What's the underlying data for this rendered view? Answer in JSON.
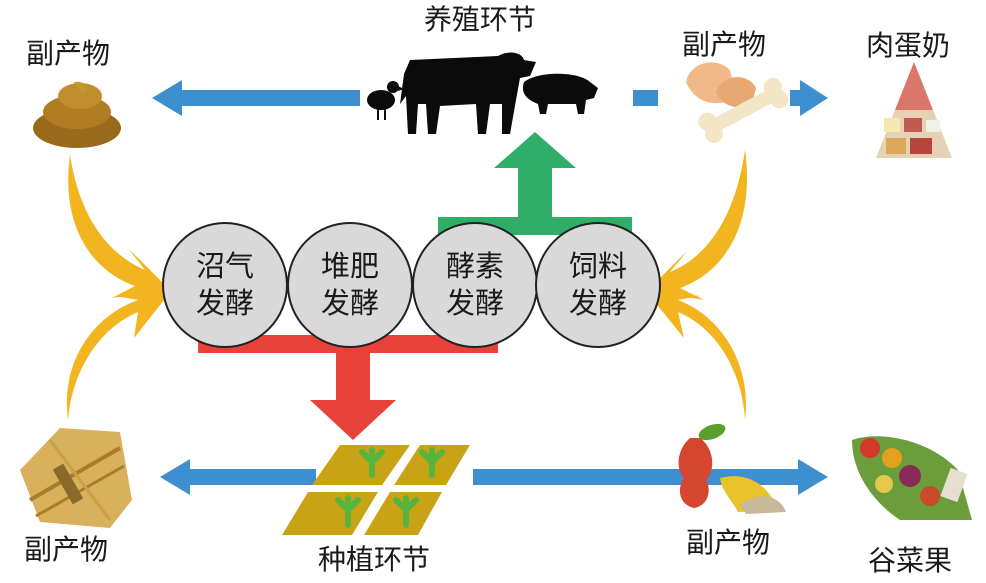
{
  "labels": {
    "breeding_stage": "养殖环节",
    "planting_stage": "种植环节",
    "byproduct_top_left": "副产物",
    "byproduct_top_right": "副产物",
    "byproduct_bottom_left": "副产物",
    "byproduct_bottom_right": "副产物",
    "meat_egg_milk": "肉蛋奶",
    "grain_veg_fruit": "谷菜果"
  },
  "processes": [
    {
      "line1": "沼气",
      "line2": "发酵"
    },
    {
      "line1": "堆肥",
      "line2": "发酵"
    },
    {
      "line1": "酵素",
      "line2": "发酵"
    },
    {
      "line1": "饲料",
      "line2": "发酵"
    }
  ],
  "colors": {
    "blue_arrow": "#3d8fd0",
    "yellow_arrow": "#f2b51f",
    "green_arrow": "#2fae67",
    "red_arrow": "#e8413a",
    "circle_fill": "#d9d9d9",
    "field": "#c9a316"
  },
  "icons": [
    "manure-icon",
    "livestock-icon",
    "eggshell-bone-icon",
    "food-pyramid-icon",
    "straw-icon",
    "field-icon",
    "fruit-waste-icon",
    "food-plate-icon"
  ]
}
